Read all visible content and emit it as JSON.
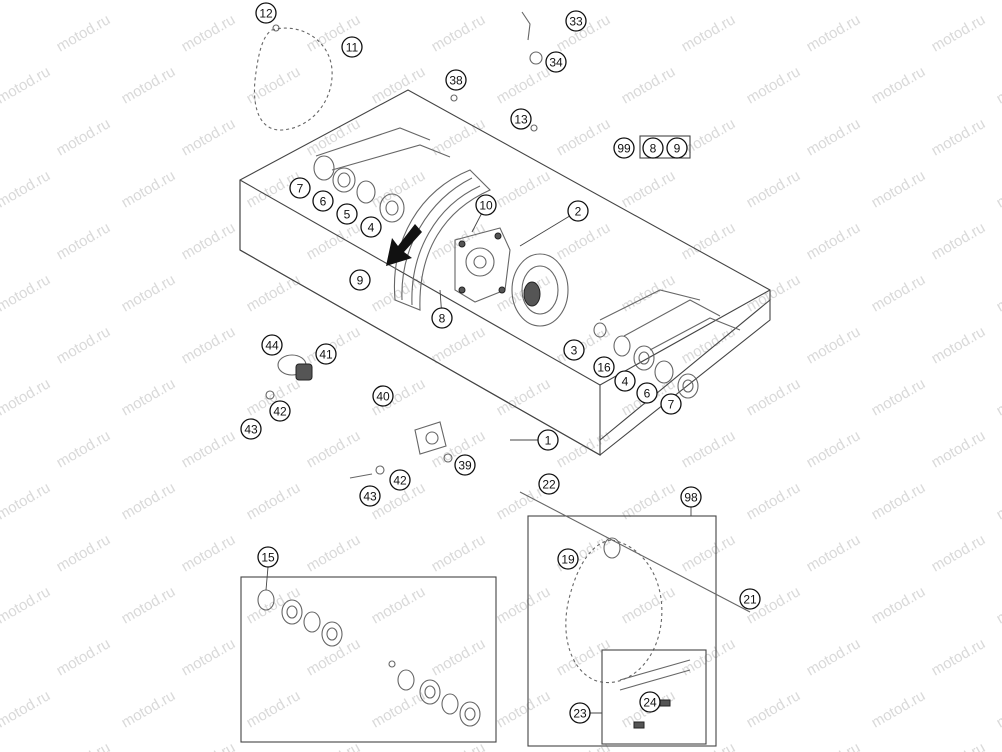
{
  "watermark": "motod.ru",
  "callouts": [
    {
      "label": "12"
    },
    {
      "label": "11"
    },
    {
      "label": "33"
    },
    {
      "label": "34"
    },
    {
      "label": "38"
    },
    {
      "label": "13"
    },
    {
      "label": "99"
    },
    {
      "label": "8"
    },
    {
      "label": "9"
    },
    {
      "label": "7"
    },
    {
      "label": "6"
    },
    {
      "label": "5"
    },
    {
      "label": "4"
    },
    {
      "label": "10"
    },
    {
      "label": "2"
    },
    {
      "label": "9"
    },
    {
      "label": "8"
    },
    {
      "label": "3"
    },
    {
      "label": "16"
    },
    {
      "label": "4"
    },
    {
      "label": "6"
    },
    {
      "label": "7"
    },
    {
      "label": "44"
    },
    {
      "label": "41"
    },
    {
      "label": "42"
    },
    {
      "label": "43"
    },
    {
      "label": "40"
    },
    {
      "label": "1"
    },
    {
      "label": "39"
    },
    {
      "label": "42"
    },
    {
      "label": "43"
    },
    {
      "label": "22"
    },
    {
      "label": "98"
    },
    {
      "label": "15"
    },
    {
      "label": "19"
    },
    {
      "label": "21"
    },
    {
      "label": "24"
    },
    {
      "label": "23"
    }
  ]
}
